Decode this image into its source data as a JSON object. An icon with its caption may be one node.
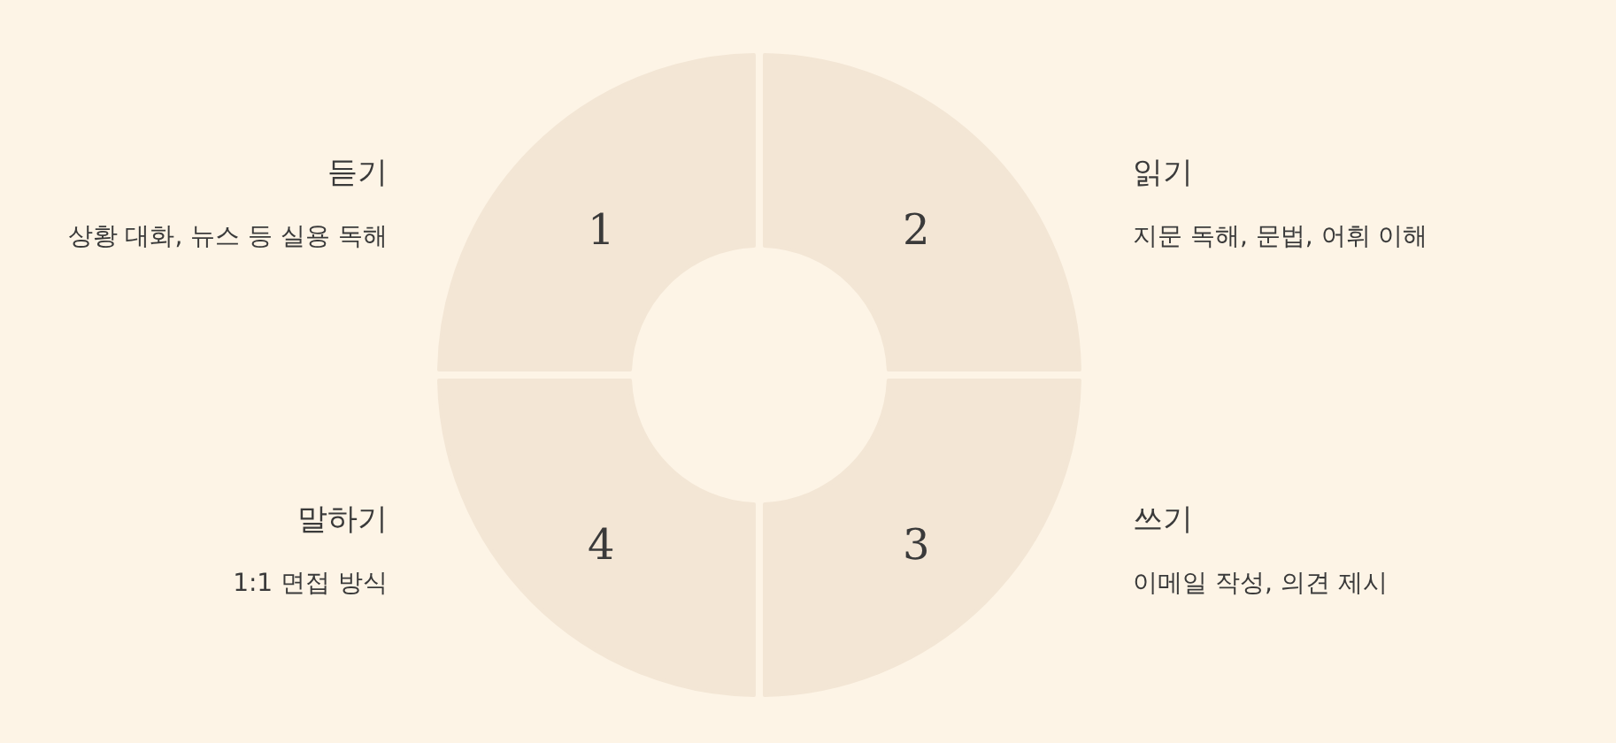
{
  "diagram": {
    "nodes": [
      {
        "text": [
          "1"
        ],
        "beside": [
          "듣기",
          "상황 대화, 뉴스 등 실용 독해"
        ]
      },
      {
        "text": [
          "2"
        ],
        "beside": [
          "읽기",
          "지문 독해, 문법, 어휘 이해"
        ]
      },
      {
        "text": [
          "3"
        ],
        "beside": [
          "쓰기",
          "이메일 작성, 의견 제시"
        ]
      },
      {
        "text": [
          "4"
        ],
        "beside": [
          "말하기",
          "1:1 면접 방식"
        ]
      }
    ]
  }
}
